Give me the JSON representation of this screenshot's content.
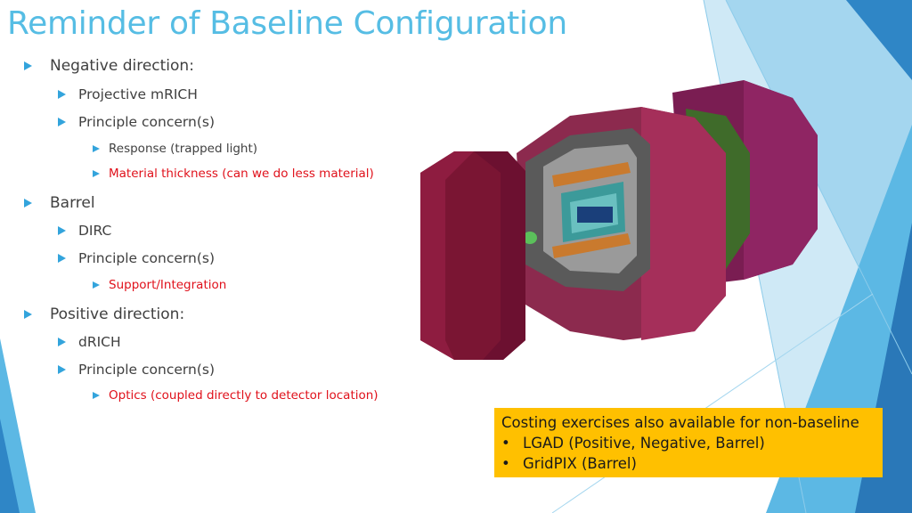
{
  "slide": {
    "title": "Reminder of Baseline Configuration",
    "bullets": [
      {
        "text": "Negative direction:"
      },
      {
        "text": "Projective mRICH"
      },
      {
        "text": "Principle concern(s)"
      },
      {
        "text": "Response (trapped light)"
      },
      {
        "text": "Material thickness (can we do less material)"
      },
      {
        "text": "Barrel"
      },
      {
        "text": "DIRC"
      },
      {
        "text": "Principle concern(s)"
      },
      {
        "text": "Support/Integration"
      },
      {
        "text": "Positive direction:"
      },
      {
        "text": "dRICH"
      },
      {
        "text": "Principle concern(s)"
      },
      {
        "text": "Optics (coupled directly to detector location)"
      }
    ],
    "callout": {
      "heading": "Costing exercises also available for non-baseline",
      "bullet_glyph": "•",
      "items": [
        "LGAD (Positive, Negative, Barrel)",
        "GridPIX (Barrel)"
      ]
    }
  },
  "colors": {
    "title": "#56bde4",
    "bullet_arrow": "#33a4dc",
    "highlight_text": "#e0111b",
    "callout_bg": "#ffc000",
    "body_text": "#404040"
  }
}
